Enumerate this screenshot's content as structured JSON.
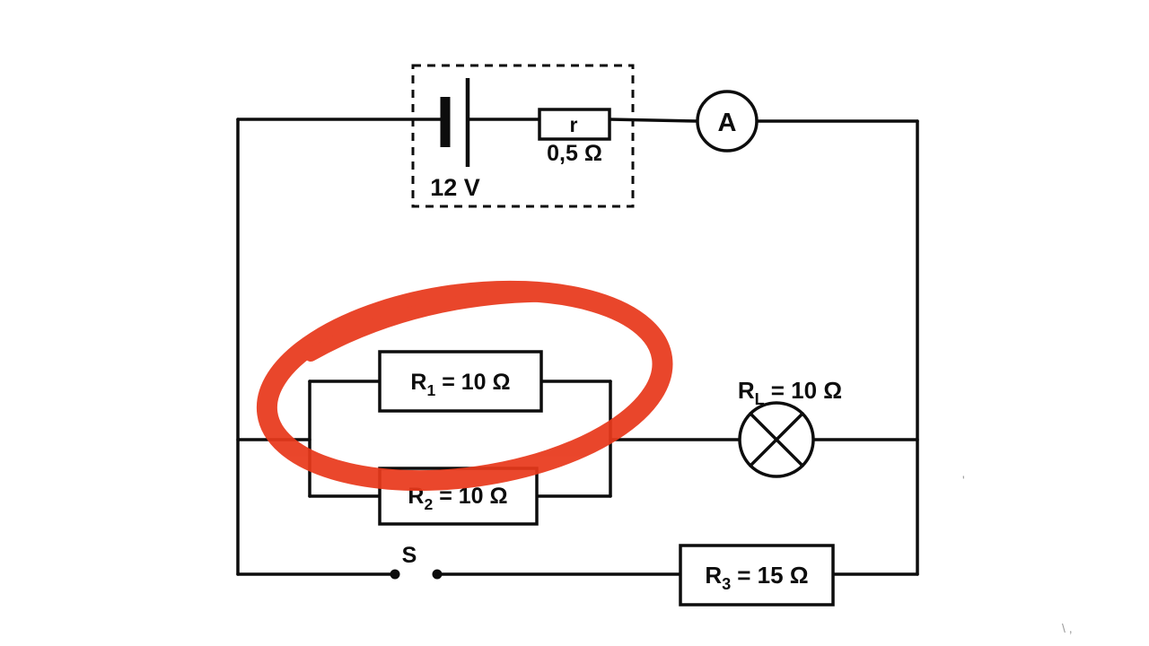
{
  "figure": {
    "background": "#ffffff",
    "wire_color": "#0d0d0d",
    "highlight_color": "#e8391c",
    "source": {
      "voltage_label": "12 V",
      "internal_resistor_label": "r",
      "internal_resistor_value": "0,5 Ω"
    },
    "ammeter_label": "A",
    "resistor_r1": {
      "base": "R",
      "sub": "1",
      "rest": "= 10 Ω"
    },
    "resistor_r2": {
      "base": "R",
      "sub": "2",
      "rest": "= 10 Ω"
    },
    "lamp_rl": {
      "base": "R",
      "sub": "L",
      "rest": "= 10 Ω"
    },
    "resistor_r3": {
      "base": "R",
      "sub": "3",
      "rest": "= 15 Ω"
    },
    "switch_label": "S",
    "stray_marks": {
      "mark1": "'",
      "mark2": "\\ ,"
    }
  }
}
